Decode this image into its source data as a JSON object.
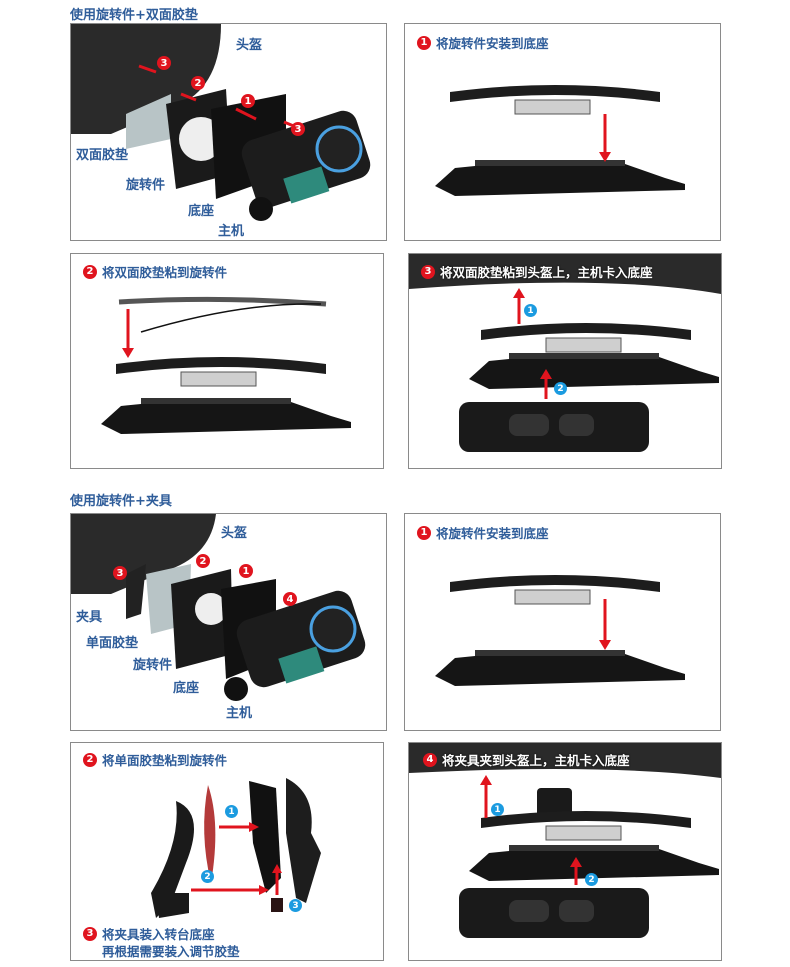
{
  "sections": [
    {
      "title": "使用旋转件+双面胶垫",
      "exploded": {
        "labels": [
          "头盔",
          "双面胶垫",
          "旋转件",
          "底座",
          "主机"
        ],
        "markers": [
          "3",
          "2",
          "1",
          "3"
        ]
      },
      "steps": [
        {
          "num": "1",
          "text": "将旋转件安装到底座"
        },
        {
          "num": "2",
          "text": "将双面胶垫粘到旋转件"
        },
        {
          "num": "3",
          "text": "将双面胶垫粘到头盔上，主机卡入底座",
          "sub_markers": [
            "1",
            "2"
          ]
        }
      ]
    },
    {
      "title": "使用旋转件+夹具",
      "exploded": {
        "labels": [
          "头盔",
          "夹具",
          "单面胶垫",
          "旋转件",
          "底座",
          "主机"
        ],
        "markers": [
          "3",
          "2",
          "1",
          "4"
        ]
      },
      "steps": [
        {
          "num": "1",
          "text": "将旋转件安装到底座"
        },
        {
          "num": "2",
          "text": "将单面胶垫粘到旋转件",
          "sub_markers": [
            "1",
            "2",
            "3"
          ]
        },
        {
          "num": "3",
          "text": "将夹具装入转台底座",
          "text2": "再根据需要装入调节胶垫"
        },
        {
          "num": "4",
          "text": "将夹具夹到头盔上，主机卡入底座",
          "sub_markers": [
            "1",
            "2"
          ]
        }
      ]
    }
  ]
}
